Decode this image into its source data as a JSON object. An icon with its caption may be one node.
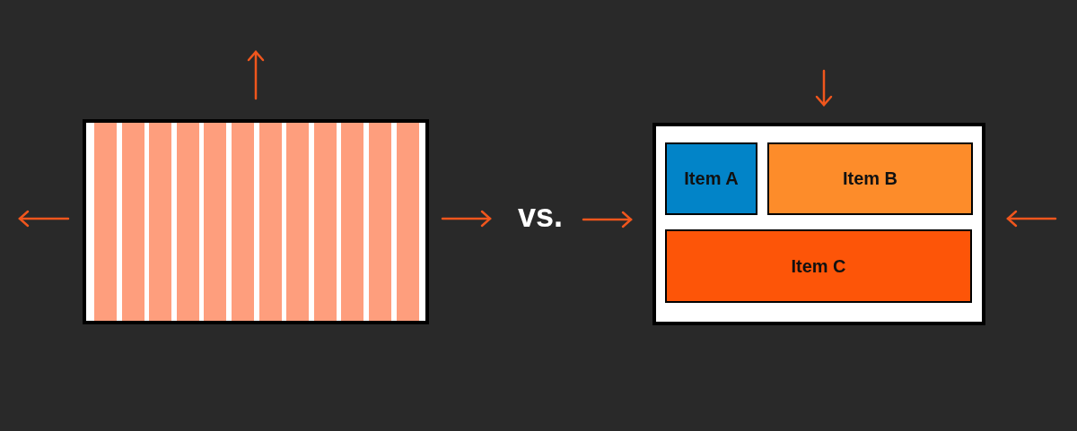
{
  "diagram": {
    "nodes": [
      {
        "text": [],
        "shape": "box"
      },
      {
        "text": [],
        "shape": "box"
      },
      {
        "text": [
          "Item A"
        ],
        "in": 1
      },
      {
        "text": [
          "Item B"
        ],
        "in": 1
      },
      {
        "text": [
          "Item C"
        ],
        "in": 1
      }
    ],
    "labels": [
      "vs."
    ]
  }
}
